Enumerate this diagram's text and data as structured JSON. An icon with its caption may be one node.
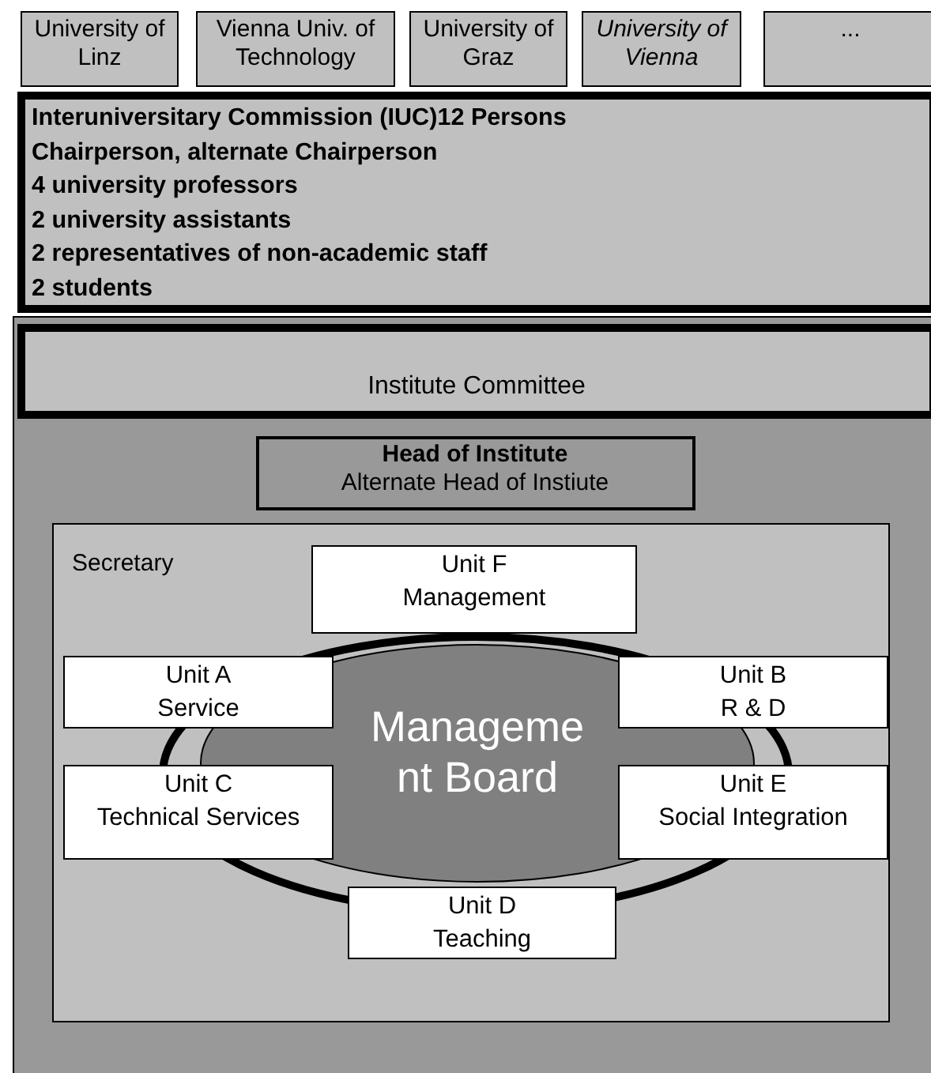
{
  "diagram": {
    "nodes": [
      {
        "text": [
          "University of Linz"
        ]
      },
      {
        "text": [
          "Vienna Univ. of Technology"
        ]
      },
      {
        "text": [
          "University of Graz"
        ]
      },
      {
        "text": [
          "University of Vienna"
        ]
      },
      {
        "text": [
          "..."
        ]
      },
      {
        "text": [
          "Interuniversitary Commission (IUC)12 Persons",
          "Chairperson, alternate Chairperson",
          "4 university professors",
          "2 university assistants",
          "2 representatives of non-academic staff",
          "2 students"
        ]
      },
      {
        "text": [],
        "shape": "box"
      },
      {
        "text": [
          "Institute Committee"
        ],
        "in": 6
      },
      {
        "text": [
          "Head of Institute",
          "Alternate Head of Instiute"
        ],
        "in": 6
      },
      {
        "text": [
          "Secretary"
        ],
        "in": 6
      },
      {
        "text": [
          "Manageme nt Board"
        ],
        "in": 9
      },
      {
        "text": [
          "Unit F",
          "Management"
        ],
        "in": 9
      },
      {
        "text": [
          "Unit A",
          "Service"
        ],
        "in": 9
      },
      {
        "text": [
          "Unit B",
          "R & D"
        ],
        "in": 9
      },
      {
        "text": [
          "Unit C",
          "Technical Services"
        ],
        "in": 9
      },
      {
        "text": [
          "Unit E",
          "Social Integration"
        ],
        "in": 9
      },
      {
        "text": [
          "Unit D",
          "Teaching"
        ],
        "in": 9
      }
    ]
  }
}
